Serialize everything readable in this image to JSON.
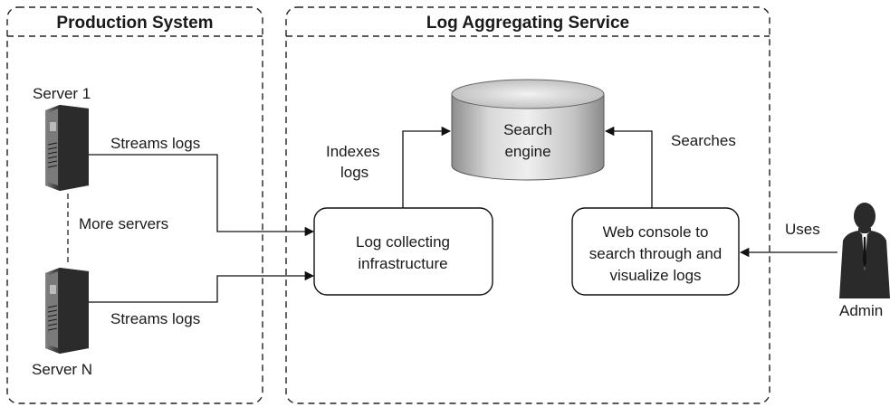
{
  "zones": {
    "production": {
      "title": "Production System"
    },
    "aggregating": {
      "title": "Log Aggregating Service"
    }
  },
  "servers": {
    "first": "Server 1",
    "last": "Server N",
    "more": "More servers"
  },
  "edges": {
    "streams_top": "Streams logs",
    "streams_bottom": "Streams logs",
    "indexes_line1": "Indexes",
    "indexes_line2": "logs",
    "searches": "Searches",
    "uses": "Uses"
  },
  "nodes": {
    "search_engine": {
      "line1": "Search",
      "line2": "engine"
    },
    "collector": {
      "line1": "Log collecting",
      "line2": "infrastructure"
    },
    "console": {
      "line1": "Web console to",
      "line2": "search through and",
      "line3": "visualize logs"
    },
    "admin": "Admin"
  },
  "colors": {
    "line": "#111111",
    "zone_border": "#222222",
    "cylinder_light": "#e6e6e6",
    "cylinder_dark": "#9a9a9a",
    "server_dark": "#3a3a3a",
    "person": "#2a2a2a"
  },
  "icons": {
    "server": "server-tower-icon",
    "database": "database-cylinder-icon",
    "admin": "person-silhouette-icon"
  }
}
